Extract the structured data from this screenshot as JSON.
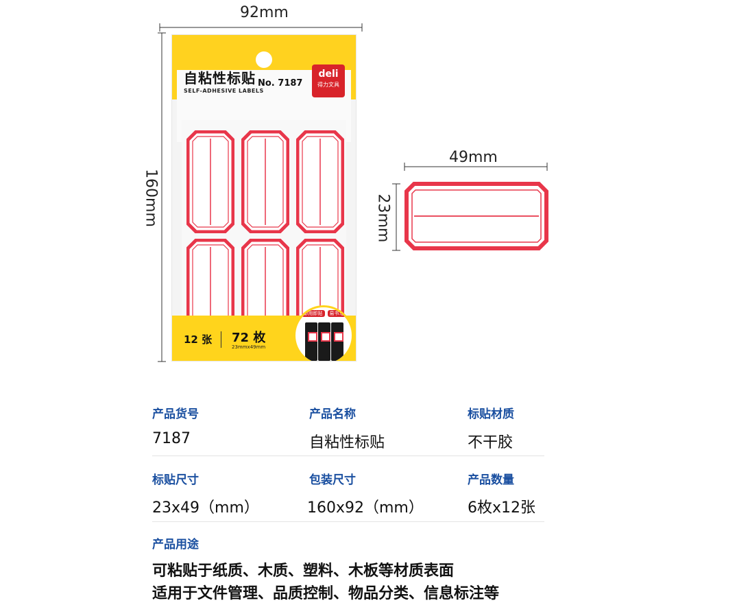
{
  "dimensions": {
    "package_width": "92mm",
    "package_height": "160mm",
    "label_width": "49mm",
    "label_height": "23mm"
  },
  "package": {
    "title": "自粘性标贴",
    "model": "No. 7187",
    "subtitle": "SELF-ADHESIVE LABELS",
    "brand_name": "deli",
    "brand_cn": "得力文具",
    "sheet_count": "12 张",
    "label_count": "72 枚",
    "label_size": "23mmx49mm",
    "badge_tags": [
      "即用即贴",
      "易书写"
    ]
  },
  "colors": {
    "accent_blue": "#1a4fa0",
    "label_red": "#e8364a",
    "package_yellow": "#ffd21f",
    "brand_red": "#d8232a"
  },
  "specs": [
    {
      "key": "产品货号",
      "value": "7187"
    },
    {
      "key": "产品名称",
      "value": "自粘性标贴"
    },
    {
      "key": "标贴材质",
      "value": "不干胶"
    },
    {
      "key": "标贴尺寸",
      "value": "23x49（mm）"
    },
    {
      "key": "包装尺寸",
      "value": "160x92（mm）"
    },
    {
      "key": "产品数量",
      "value": "6枚x12张"
    }
  ],
  "usage": {
    "key": "产品用途",
    "lines": [
      "可粘贴于纸质、木质、塑料、木板等材质表面",
      "适用于文件管理、品质控制、物品分类、信息标注等"
    ]
  }
}
